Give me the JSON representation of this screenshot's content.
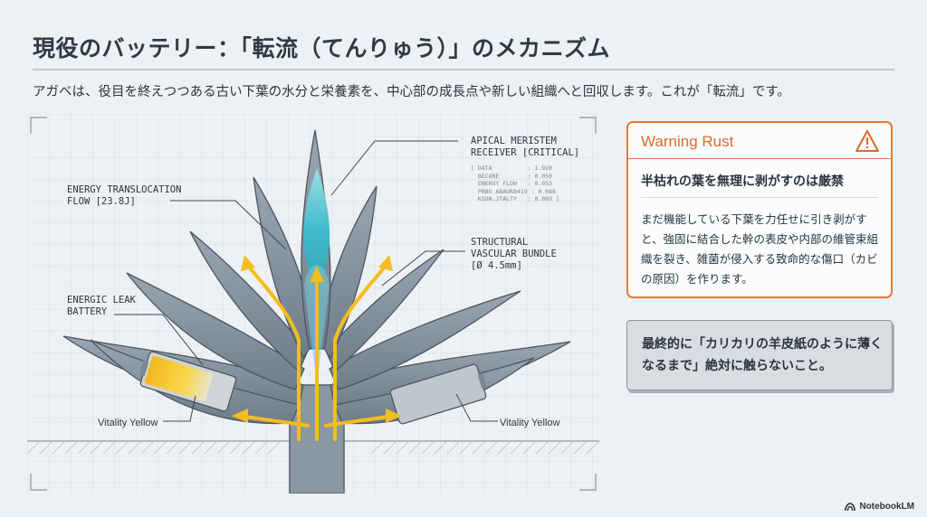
{
  "slide": {
    "title": "現役のバッテリー：「転流（てんりゅう）」のメカニズム",
    "subtitle": "アガベは、役目を終えつつある古い下葉の水分と栄養素を、中心部の成長点や新しい組織へと回収します。これが「転流」です。"
  },
  "diagram": {
    "apical_label": "APICAL MERISTEM\nRECEIVER [CRITICAL]",
    "apical_data": "[ DATA          : 1.920\n  BECORE        : 0.050\n  ENERGY FLOW   : 0.053\n  PRBG ABAURB419 : 0.088\n  KSON.JTALTY   : 0.089 ]",
    "energy_label": "ENERGY TRANSLOCATION\nFLOW [23.8J]",
    "structural_label": "STRUCTURAL\nVASCULAR BUNDLE\n[Ø 4.5mm]",
    "leak_label": "ENERGIC LEAK\nBATTERY",
    "vitality_left": "Vitality Yellow",
    "vitality_right": "Vitality Yellow"
  },
  "warning": {
    "title": "Warning Rust",
    "icon": "warning-triangle-icon",
    "heading": "半枯れの葉を無理に剥がすのは厳禁",
    "body": "まだ機能している下葉を力任せに引き剥がすと、強固に結合した幹の表皮や内部の維管束組織を裂き、雑菌が侵入する致命的な傷口（カビの原因）を作ります。",
    "accent": "#e07a3f"
  },
  "final_note": {
    "text": "最終的に「カリカリの羊皮紙のように薄くなるまで」絶対に触らないこと。"
  },
  "brand": {
    "name": "NotebookLM"
  }
}
